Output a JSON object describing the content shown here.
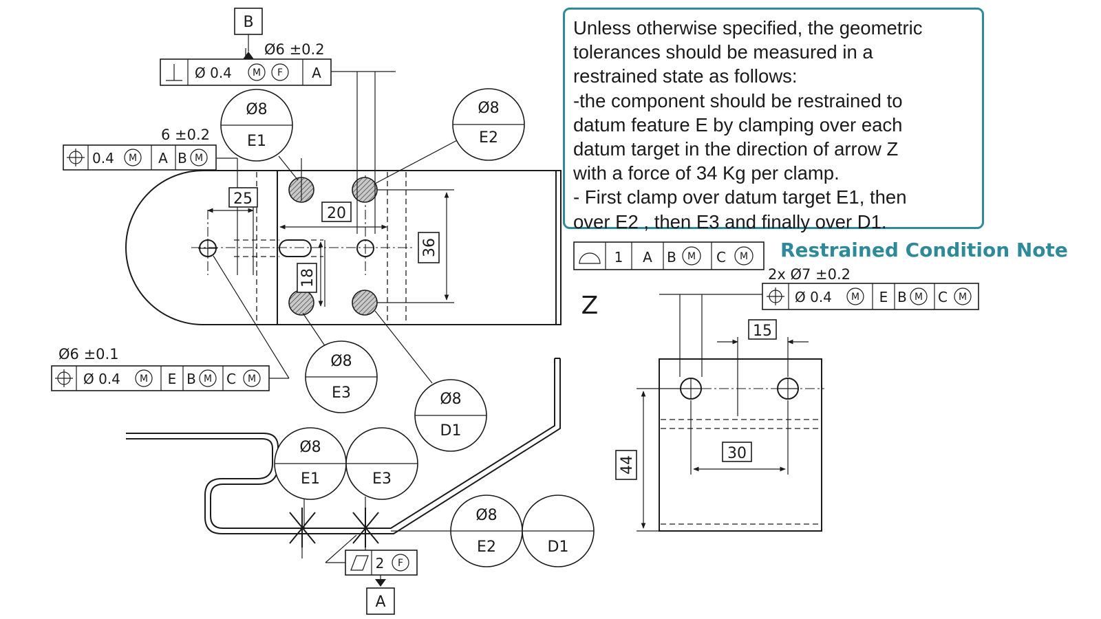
{
  "note": {
    "lines": [
      "Unless otherwise specified, the geometric",
      "tolerances should be measured in a",
      "restrained state as follows:",
      "-the component should be restrained to",
      "datum feature E by clamping over each",
      "datum target in the direction of arrow Z",
      "with a force of 34 Kg per clamp.",
      "- First clamp over datum target E1, then",
      "over E2 , then E3 and finally over D1."
    ],
    "label": "Restrained Condition Note"
  },
  "datums": {
    "b": "B",
    "a": "A"
  },
  "callouts": {
    "perp": {
      "size": "Ø6 ±0.2",
      "tolerance": "Ø 0.4",
      "datum": "A"
    },
    "pos_top": {
      "size": "6 ±0.2",
      "tolerance": "0.4",
      "datum1": "A",
      "datum2": "B"
    },
    "pos_left": {
      "size": "Ø6 ±0.1",
      "tolerance": "Ø 0.4",
      "datum1": "E",
      "datum2": "B",
      "datum3": "C"
    },
    "profile": {
      "tolerance": "1",
      "datum1": "A",
      "datum2": "B",
      "datum3": "C"
    },
    "pos_right": {
      "size": "2x Ø7 ±0.2",
      "tolerance": "Ø 0.4",
      "datum1": "E",
      "datum2": "B",
      "datum3": "C"
    },
    "flatness": {
      "tolerance": "2"
    }
  },
  "targets": {
    "t1": {
      "size": "Ø8",
      "name": "E1"
    },
    "t2": {
      "size": "Ø8",
      "name": "E2"
    },
    "t3": {
      "size": "Ø8",
      "name": "E3"
    },
    "t4": {
      "size": "Ø8",
      "name": "D1"
    },
    "side_e1": {
      "size": "Ø8",
      "name": "E1"
    },
    "side_e3": {
      "name": "E3"
    },
    "side_e2": {
      "size": "Ø8",
      "name": "E2"
    },
    "side_d1": {
      "name": "D1"
    }
  },
  "dims": {
    "d25": "25",
    "d20": "20",
    "d36": "36",
    "d18": "18",
    "d15": "15",
    "d30": "30",
    "d44": "44"
  },
  "arrow_label": "Z",
  "symbols": {
    "mmc": "M",
    "free": "F"
  },
  "colors": {
    "accent": "#2e8a98",
    "ink": "#1a1a1a"
  },
  "icons": {
    "perpendicularity": "perpendicularity-icon",
    "position": "position-icon",
    "profile": "profile-of-surface-icon",
    "flatness": "flatness-icon"
  }
}
